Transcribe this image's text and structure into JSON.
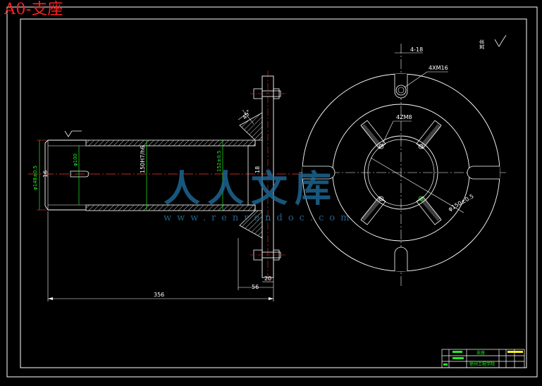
{
  "file_title": "A0-支座",
  "dimensions": {
    "overall_length": "356",
    "flange_offset": "56",
    "flange_thickness": "20",
    "outer_diameter_left": "φ148±0.5",
    "inner_diameter": "φ100",
    "bore_fit": "150H7/h6",
    "outer_diameter_right": "152±0.5",
    "pitch_circle": "φ150±0.5",
    "slot_width": "4-18",
    "screw_thread_top": "4XM16",
    "screw_thread_inner": "4ZM8",
    "small_dim_16": "16",
    "small_dim_18": "18",
    "chamfer": "45°"
  },
  "roughness_note": "其余",
  "title_block": {
    "part_name": "支座",
    "school": "徐州工程学院"
  },
  "watermark": {
    "brand": "人人文库",
    "url": "www.renrendoc.com"
  },
  "colors": {
    "background": "#000000",
    "line": "#ffffff",
    "center_line": "#ff3030",
    "dimension": "#22ee22",
    "hatch": "#ffffff",
    "watermark": "#1f6f9f",
    "title_red": "#ff2020"
  }
}
